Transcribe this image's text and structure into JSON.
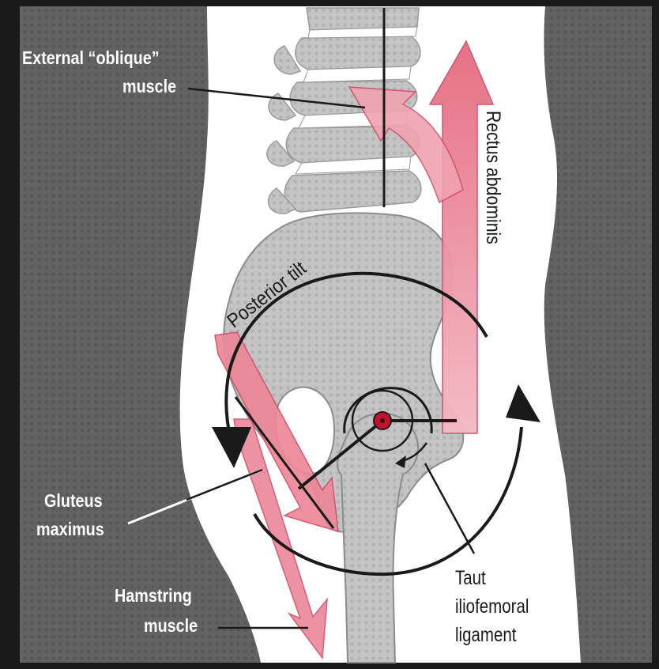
{
  "labels": {
    "external_oblique_line1": "External “oblique”",
    "external_oblique_line2": "muscle",
    "rectus_abdominis": "Rectus abdominis",
    "posterior_tilt": "Posterior tilt",
    "gluteus_line1": "Gluteus",
    "gluteus_line2": "maximus",
    "hamstring_line1": "Hamstring",
    "hamstring_line2": "muscle",
    "taut_line1": "Taut",
    "taut_line2": "iliofemoral",
    "taut_line3": "ligament"
  },
  "colors": {
    "background_dark": "#1a1a1a",
    "body_outside": "#5f5f5f",
    "body_inside": "#ffffff",
    "bone": "#c9c9c9",
    "muscle_arrow": "#e8798b",
    "muscle_arrow_light": "#f3b3bd",
    "pivot": "#c8102e"
  }
}
